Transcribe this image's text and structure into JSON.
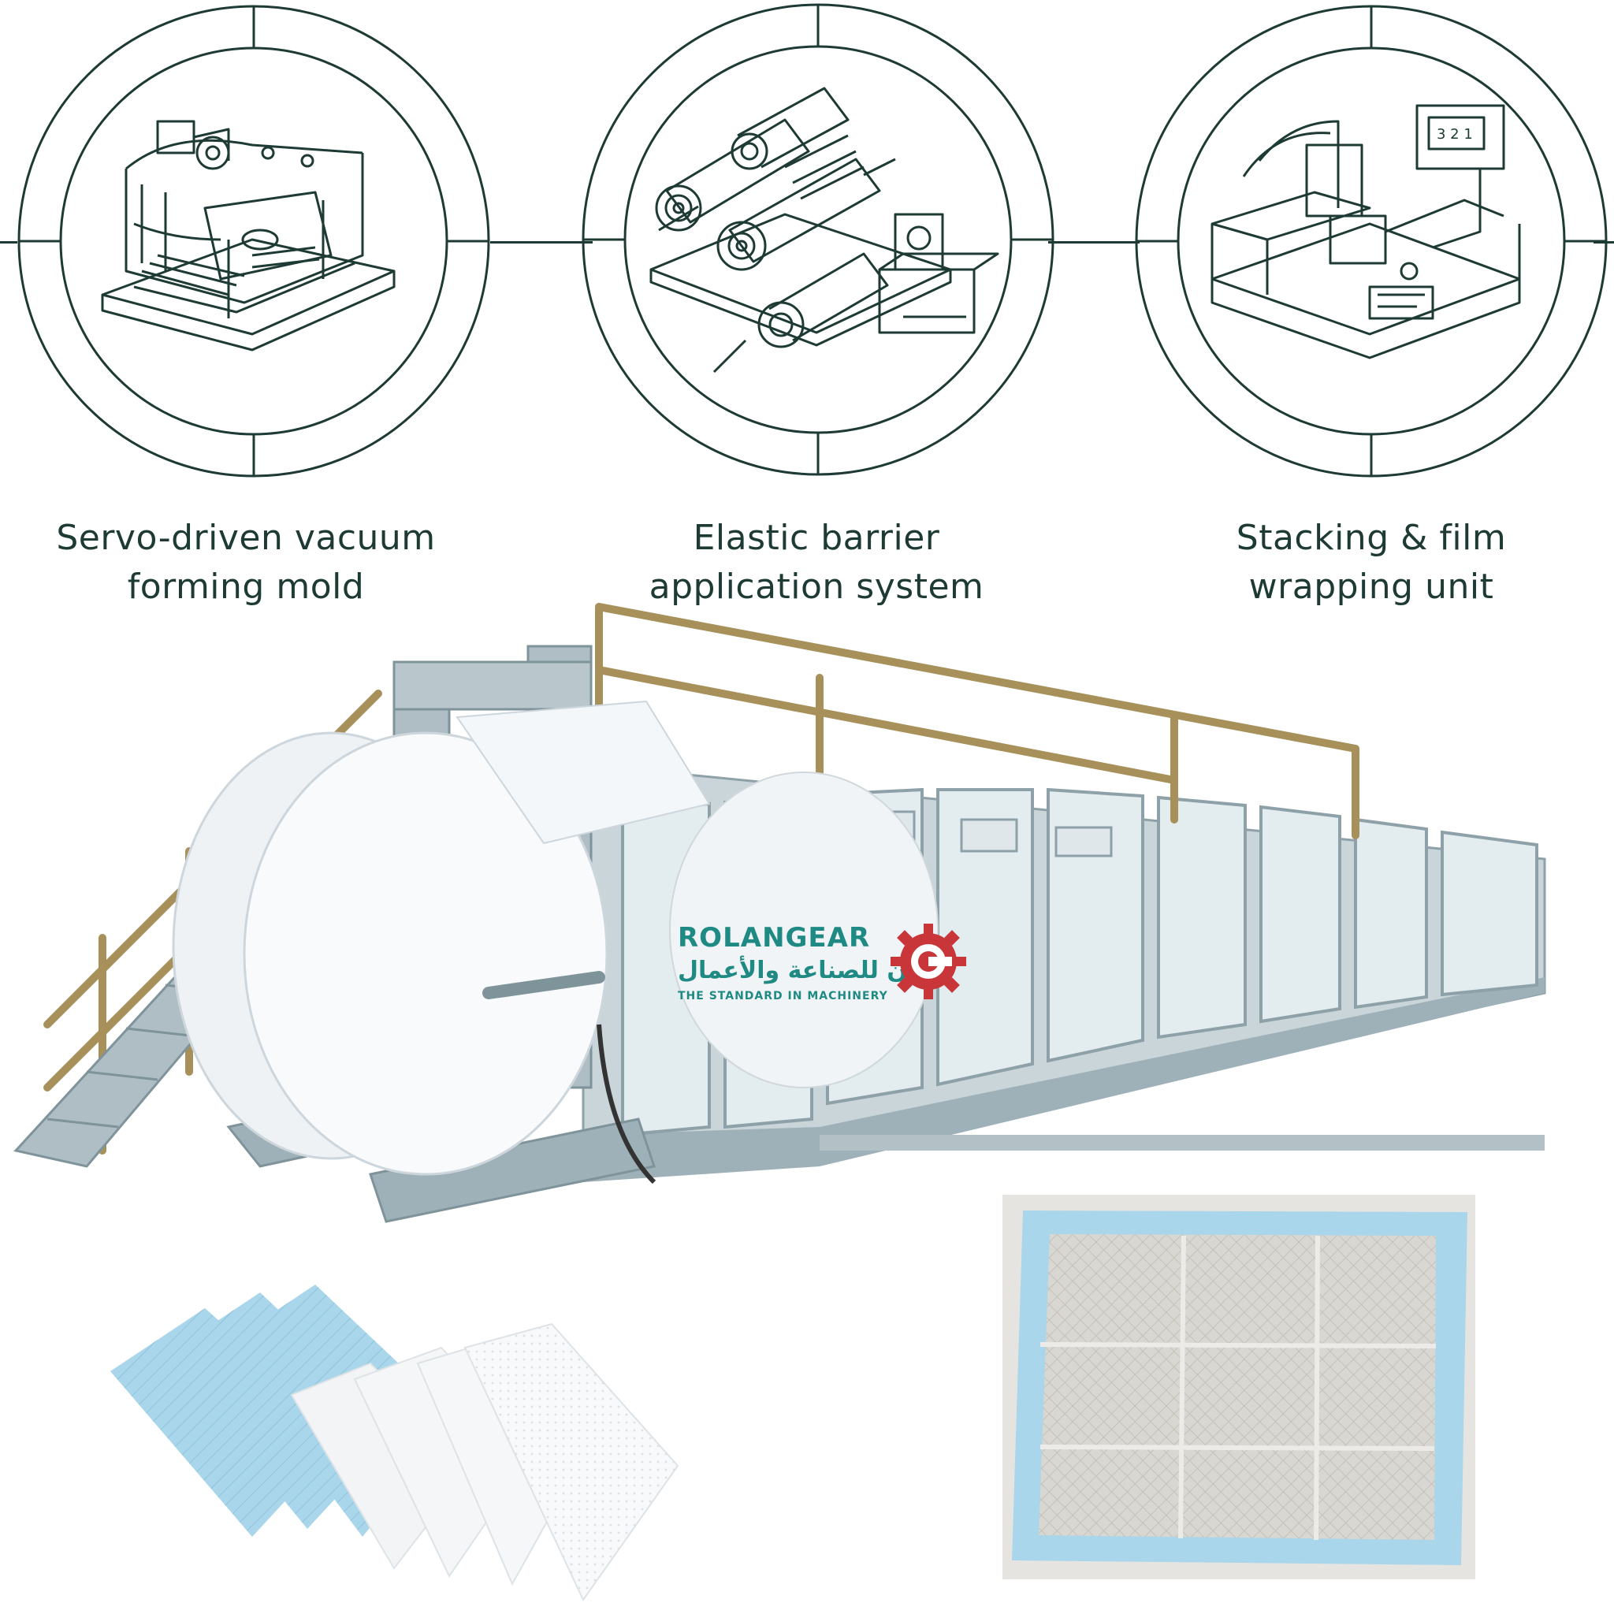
{
  "features": [
    {
      "id": "mold",
      "line1": "Servo-driven vacuum",
      "line2": "forming mold",
      "icon": "vacuum-mold-icon"
    },
    {
      "id": "barrier",
      "line1": "Elastic barrier",
      "line2": "application system",
      "icon": "roller-assembly-icon"
    },
    {
      "id": "stacking",
      "line1": "Stacking & film",
      "line2": "wrapping unit",
      "icon": "stacking-unit-icon"
    }
  ],
  "logo": {
    "brand": "ROLANGEAR",
    "arabic": "رولان للصناعة والأعمال",
    "tagline": "THE STANDARD IN MACHINERY",
    "color": "#1f8a83",
    "gear_color": "#c8363a"
  },
  "colors": {
    "ink": "#1e3a34",
    "machine_frame": "#b9c7cc",
    "handrail": "#a8905a",
    "pad_blue": "#a9d6ea"
  }
}
